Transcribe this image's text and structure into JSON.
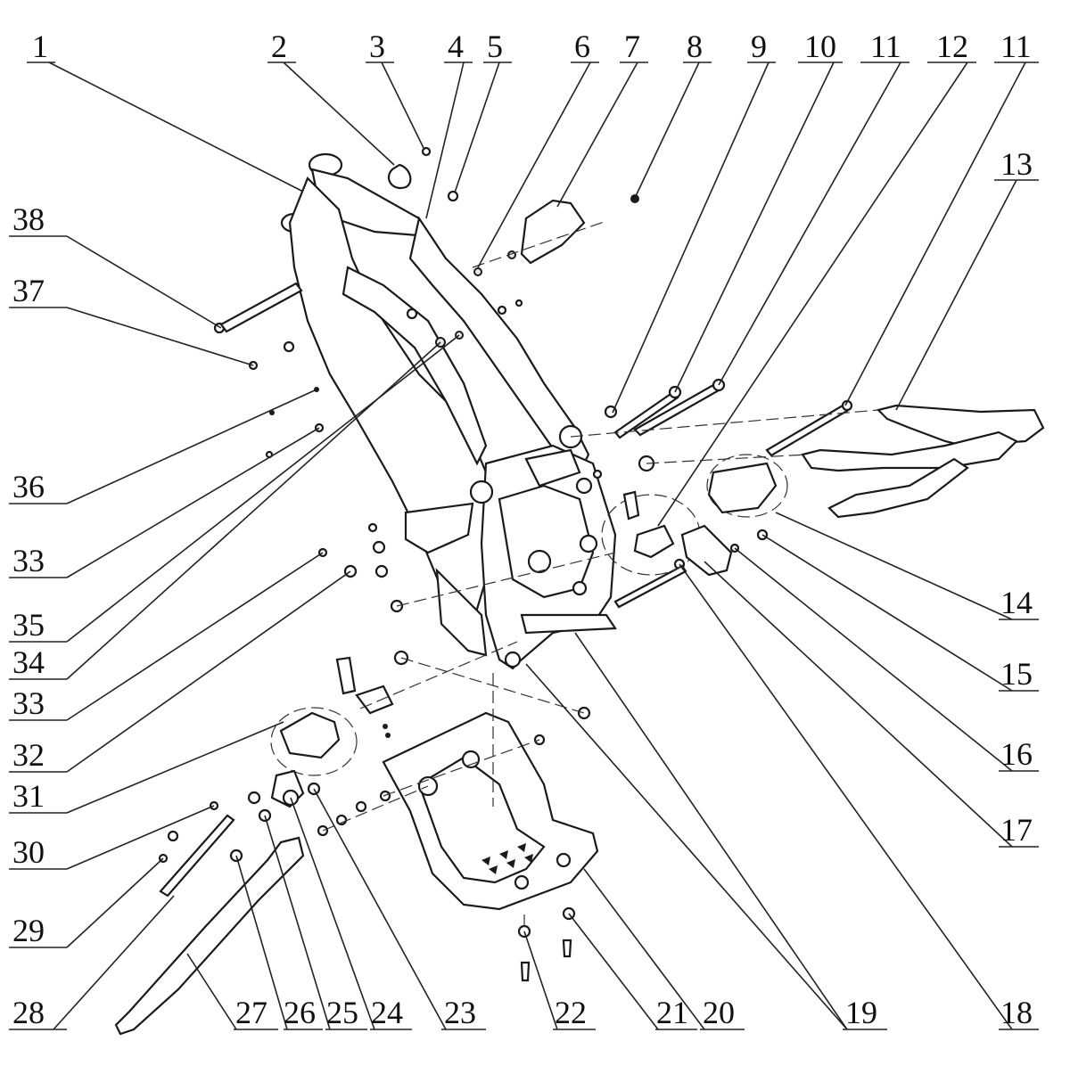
{
  "diagram": {
    "callouts": [
      {
        "id": "callout-1",
        "label": "1"
      },
      {
        "id": "callout-2",
        "label": "2"
      },
      {
        "id": "callout-3",
        "label": "3"
      },
      {
        "id": "callout-4",
        "label": "4"
      },
      {
        "id": "callout-5",
        "label": "5"
      },
      {
        "id": "callout-6",
        "label": "6"
      },
      {
        "id": "callout-7",
        "label": "7"
      },
      {
        "id": "callout-8",
        "label": "8"
      },
      {
        "id": "callout-9",
        "label": "9"
      },
      {
        "id": "callout-10",
        "label": "10"
      },
      {
        "id": "callout-11a",
        "label": "11"
      },
      {
        "id": "callout-12",
        "label": "12"
      },
      {
        "id": "callout-11b",
        "label": "11"
      },
      {
        "id": "callout-13",
        "label": "13"
      },
      {
        "id": "callout-38",
        "label": "38"
      },
      {
        "id": "callout-37",
        "label": "37"
      },
      {
        "id": "callout-36",
        "label": "36"
      },
      {
        "id": "callout-33a",
        "label": "33"
      },
      {
        "id": "callout-35",
        "label": "35"
      },
      {
        "id": "callout-34",
        "label": "34"
      },
      {
        "id": "callout-33b",
        "label": "33"
      },
      {
        "id": "callout-32",
        "label": "32"
      },
      {
        "id": "callout-31",
        "label": "31"
      },
      {
        "id": "callout-30",
        "label": "30"
      },
      {
        "id": "callout-29",
        "label": "29"
      },
      {
        "id": "callout-28",
        "label": "28"
      },
      {
        "id": "callout-27",
        "label": "27"
      },
      {
        "id": "callout-26",
        "label": "26"
      },
      {
        "id": "callout-25",
        "label": "25"
      },
      {
        "id": "callout-24",
        "label": "24"
      },
      {
        "id": "callout-23",
        "label": "23"
      },
      {
        "id": "callout-22",
        "label": "22"
      },
      {
        "id": "callout-21",
        "label": "21"
      },
      {
        "id": "callout-20",
        "label": "20"
      },
      {
        "id": "callout-19",
        "label": "19"
      },
      {
        "id": "callout-18",
        "label": "18"
      },
      {
        "id": "callout-17",
        "label": "17"
      },
      {
        "id": "callout-16",
        "label": "16"
      },
      {
        "id": "callout-15",
        "label": "15"
      },
      {
        "id": "callout-14",
        "label": "14"
      }
    ]
  }
}
